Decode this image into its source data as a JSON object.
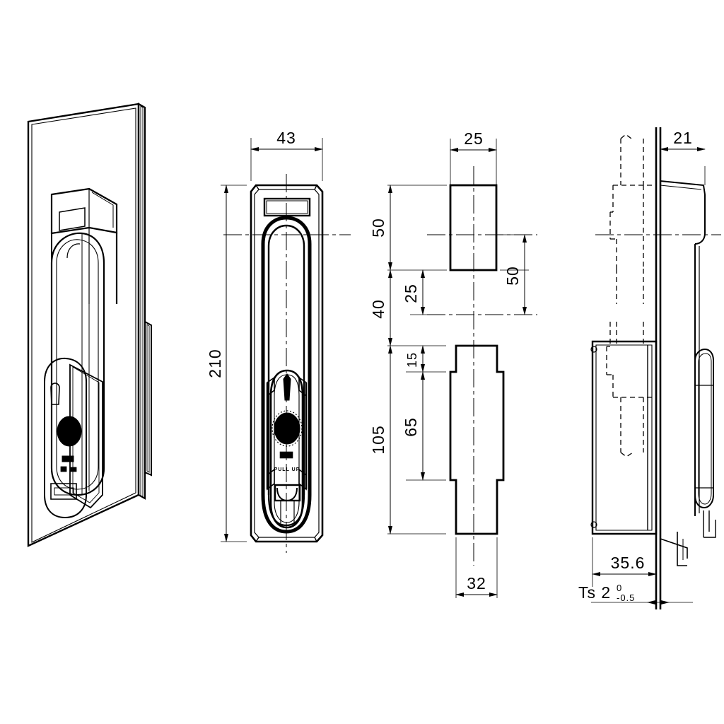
{
  "drawing": {
    "title": "Swing handle lock - technical drawing",
    "line_color": "#000000",
    "background": "#ffffff",
    "views": [
      {
        "name": "isometric-view",
        "label": ""
      },
      {
        "name": "front-view",
        "label": ""
      },
      {
        "name": "section-view",
        "label": ""
      },
      {
        "name": "side-view",
        "label": ""
      }
    ]
  },
  "front_view": {
    "width_dim": "43",
    "height_dim": "210",
    "knob_label": "PULL UP"
  },
  "section_view": {
    "top_width_dim": "25",
    "left_top_dim": "50",
    "right_top_dim": "50",
    "mid_dim_25": "25",
    "gap_dim_40": "40",
    "step_dim_15": "15",
    "body_dim_65": "65",
    "overall_dim_105": "105",
    "bottom_width_dim": "32"
  },
  "side_view": {
    "depth_dim": "21",
    "projection_dim": "35.6",
    "thickness_label": "Ts 2",
    "tol_upper": "0",
    "tol_lower": "-0.5"
  }
}
